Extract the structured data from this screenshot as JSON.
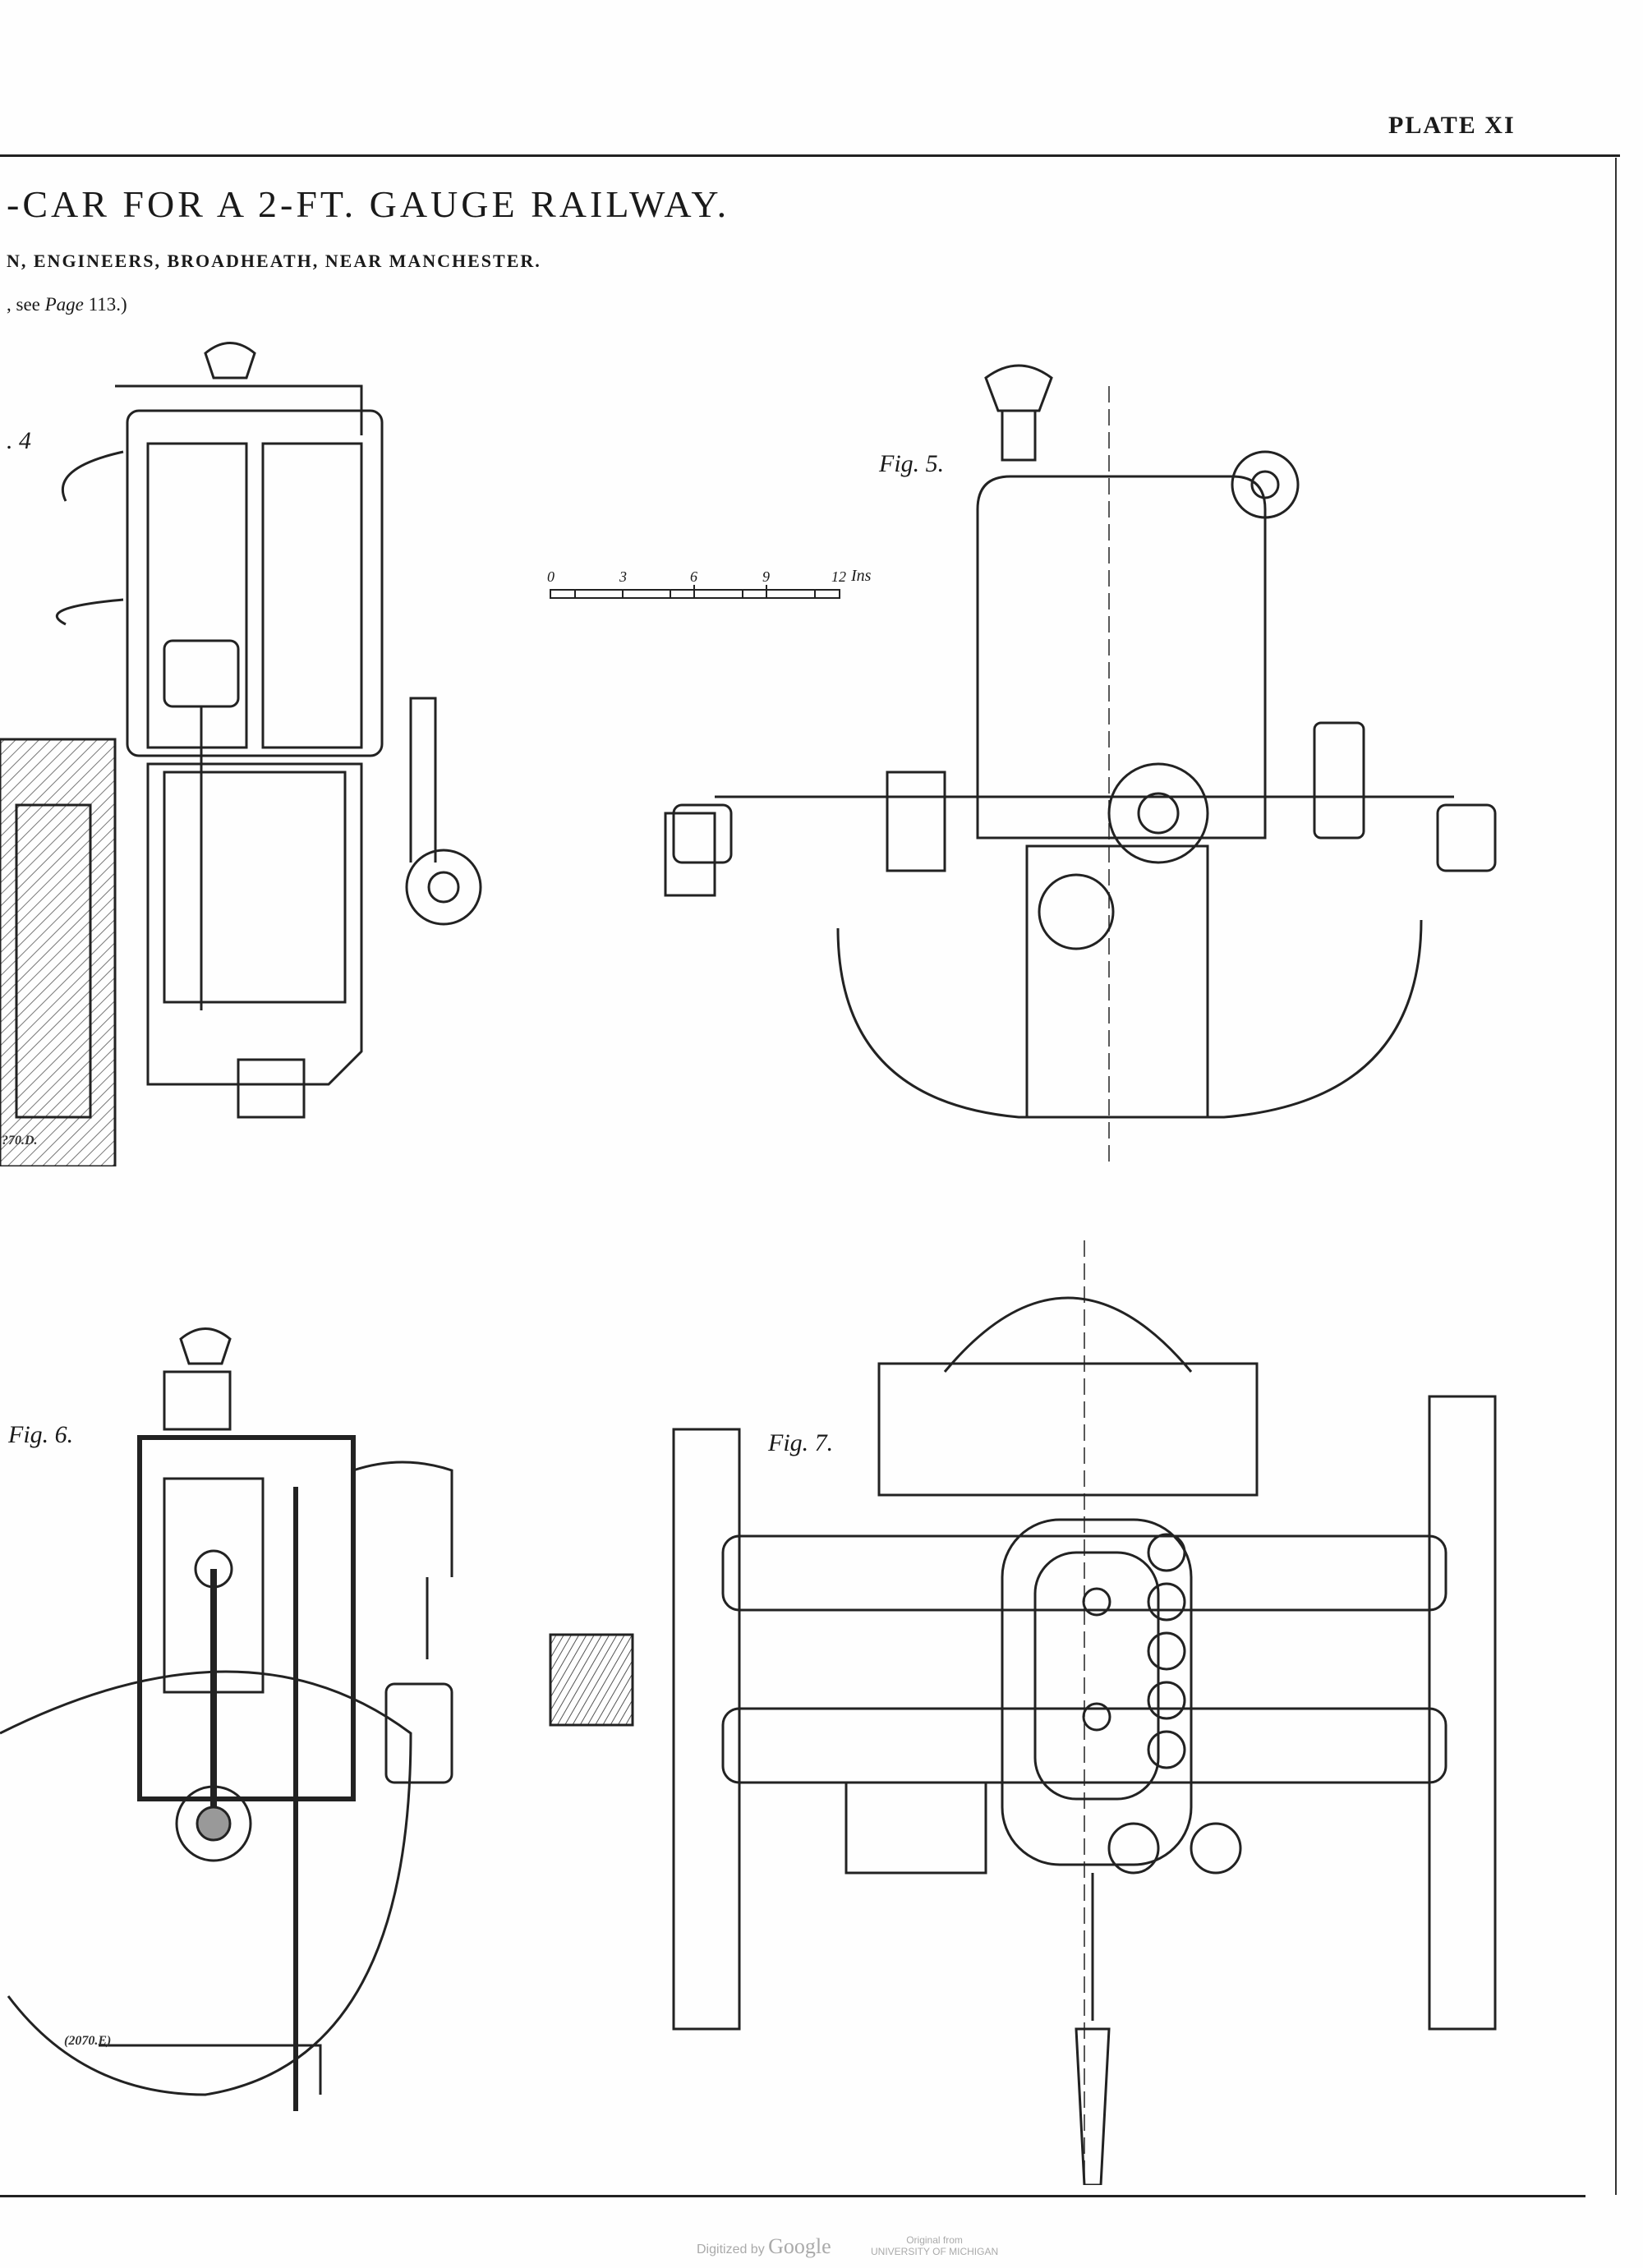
{
  "header": {
    "plate": "PLATE XI"
  },
  "title": "-CAR FOR A 2-FT. GAUGE RAILWAY.",
  "subtitle": "N, ENGINEERS, BROADHEATH, NEAR MANCHESTER.",
  "reference": {
    "prefix": ", see",
    "page_label": "Page",
    "page_number": "113.)"
  },
  "figures": {
    "fig4": {
      "label": ". 4",
      "drawing_number": "?70.D."
    },
    "fig5": {
      "label": "Fig. 5."
    },
    "fig6": {
      "label": "Fig. 6.",
      "drawing_number": "(2070.E)"
    },
    "fig7": {
      "label": "Fig. 7."
    }
  },
  "scale_bar": {
    "ticks": [
      "0",
      "3",
      "6",
      "9",
      "12"
    ],
    "unit": "Ins"
  },
  "footer": {
    "digitized": "Digitized by",
    "google": "Google",
    "original_line1": "Original from",
    "original_line2": "UNIVERSITY OF MICHIGAN"
  }
}
